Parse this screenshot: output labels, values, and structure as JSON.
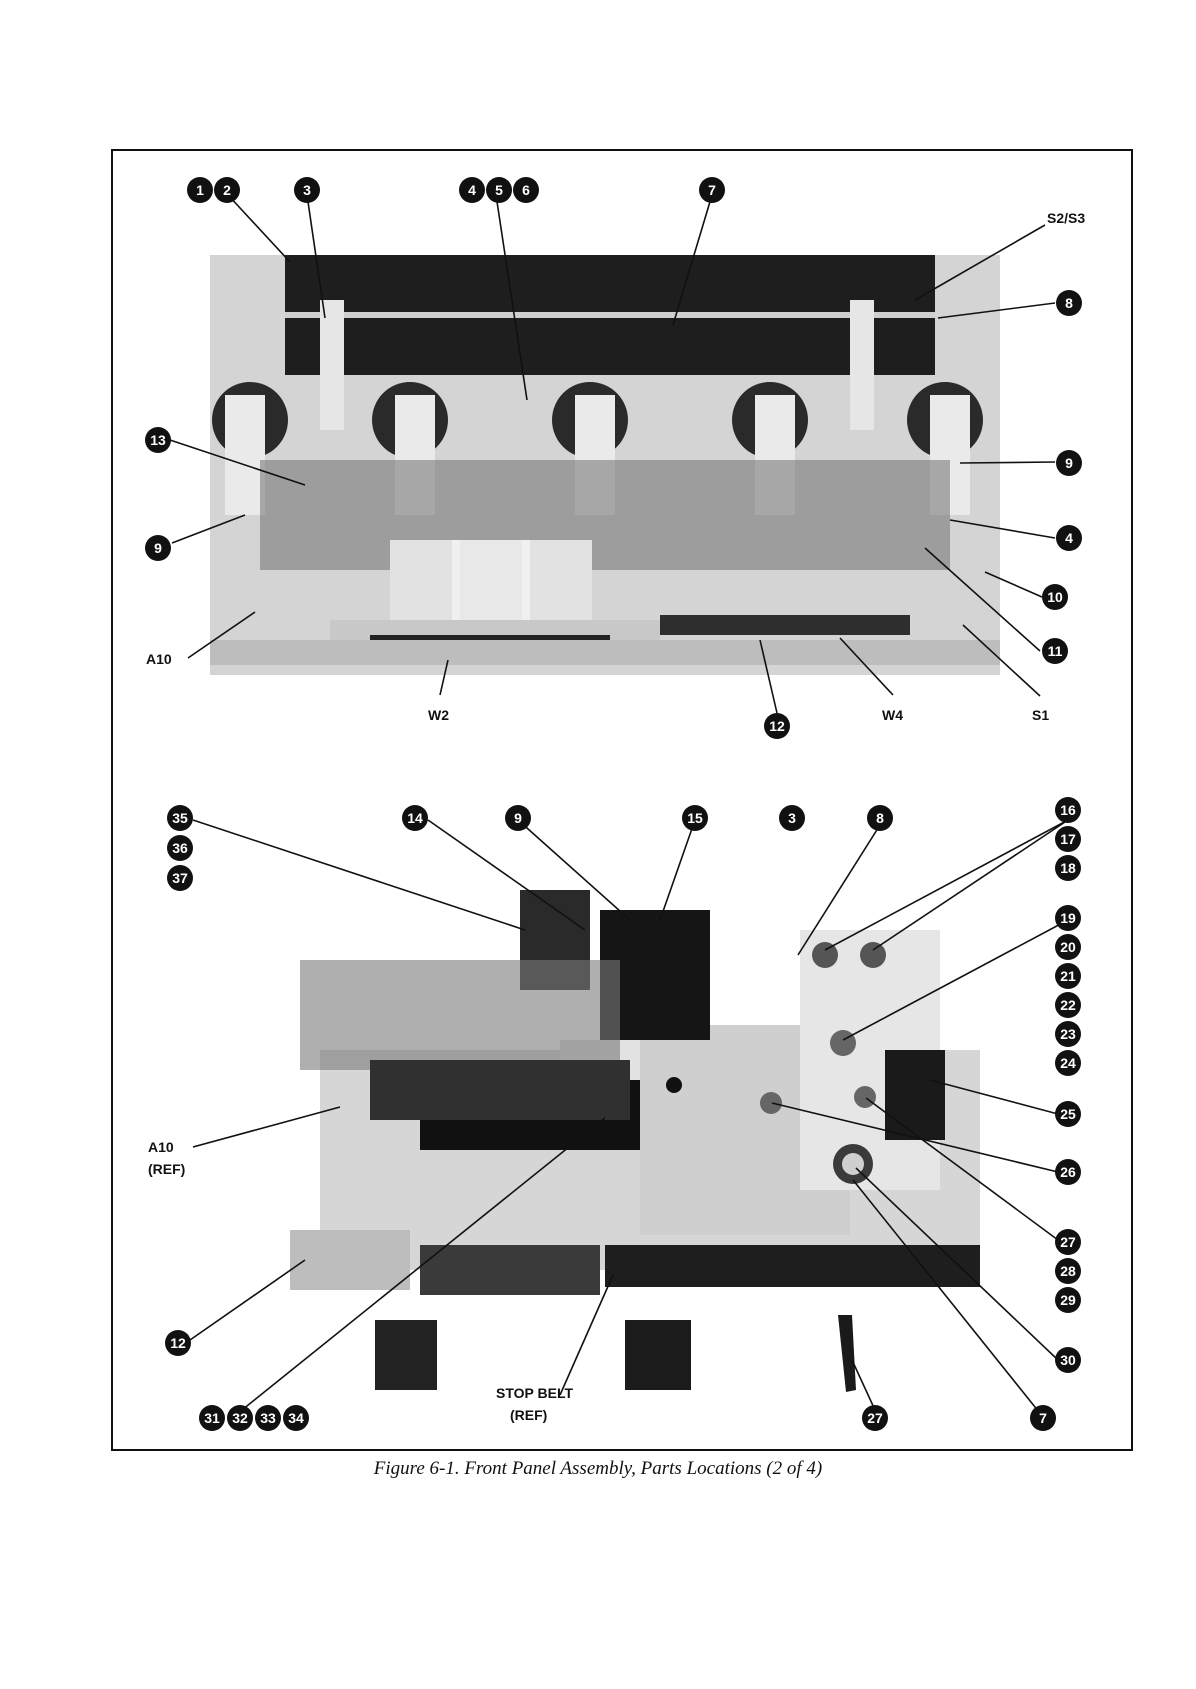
{
  "caption": "Figure 6-1. Front Panel Assembly, Parts Locations (2 of 4)",
  "colors": {
    "ink": "#111111",
    "photo_dark": "#1a1a1a",
    "photo_mid": "#8a8a8a",
    "photo_light": "#d9d9d9"
  },
  "top_panel": {
    "callouts": [
      "1",
      "2",
      "3",
      "4",
      "5",
      "6",
      "7",
      "8",
      "9",
      "13",
      "9",
      "4",
      "10",
      "11",
      "12"
    ],
    "labels": [
      "S2/S3",
      "A10",
      "W2",
      "W4",
      "S1"
    ]
  },
  "bottom_panel": {
    "callouts": [
      "35",
      "36",
      "37",
      "14",
      "9",
      "15",
      "3",
      "8",
      "16",
      "17",
      "18",
      "19",
      "20",
      "21",
      "22",
      "23",
      "24",
      "25",
      "26",
      "27",
      "28",
      "29",
      "30",
      "7",
      "27",
      "12",
      "31",
      "32",
      "33",
      "34"
    ],
    "labels": [
      "A10",
      "(REF)",
      "STOP BELT",
      "(REF)"
    ]
  }
}
